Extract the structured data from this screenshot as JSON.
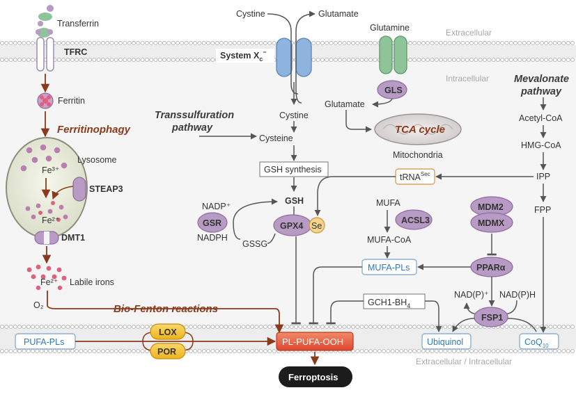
{
  "colors": {
    "arrow_brown": "#8a3a1a",
    "arrow_gray": "#555555",
    "membrane": "#c9c9c9",
    "cytosol": "#f4f4f4",
    "purple_protein": "#b79bc4",
    "iron_pink": "#e0607e",
    "transporter_blue": "#8fb3df",
    "transporter_green": "#8fc49a",
    "lox_gold": "#f5c63a",
    "pl_pufa_ooh_red": "#e8573d",
    "ferroptosis_black": "#1c1c1c",
    "blue_text": "#2f77b8"
  },
  "membrane_labels": {
    "extracellular": "Extracellular",
    "intracellular": "Intracellular",
    "bottom": "Extracellular / Intracellular"
  },
  "iron": {
    "transferrin": "Transferrin",
    "tfrc": "TFRC",
    "ferritin": "Ferritin",
    "ferritinophagy": "Ferritinophagy",
    "lysosome": "Lysosome",
    "fe3": "Fe³⁺",
    "fe2": "Fe²⁺",
    "steap3": "STEAP3",
    "dmt1": "DMT1",
    "fe2_cyto": "Fe²⁺",
    "labile_irons": "Labile irons",
    "o2": "O₂",
    "bio_fenton": "Bio-Fenton reactions"
  },
  "system_xc": {
    "label_main": "System X",
    "label_sub": "c",
    "label_sup": "−",
    "cystine_out": "Cystine",
    "glutamate_out": "Glutamate",
    "glutamine": "Glutamine",
    "gls": "GLS",
    "glutamate_in": "Glutamate",
    "tca_cycle": "TCA cycle",
    "mitochondria": "Mitochondria",
    "cystine_in": "Cystine",
    "transsulfuration": [
      "Transsulfuration",
      "pathway"
    ],
    "cysteine": "Cysteine",
    "gsh_synthesis": "GSH synthesis",
    "gsh": "GSH",
    "gpx4": "GPX4",
    "se": "Se",
    "gsr": "GSR",
    "nadp_plus": "NADP⁺",
    "nadph": "NADPH",
    "gssg": "GSSG"
  },
  "mevalonate": {
    "title": [
      "Mevalonate",
      "pathway"
    ],
    "acetyl_coa": "Acetyl-CoA",
    "hmg_coa": "HMG-CoA",
    "ipp": "IPP",
    "fpp": "FPP",
    "trna_main": "tRNA",
    "trna_sup": "Sec",
    "coq_main": "CoQ",
    "coq_sub": "10"
  },
  "lipid": {
    "mufa": "MUFA",
    "acsl3": "ACSL3",
    "mufa_coa": "MUFA-CoA",
    "mufa_pls": "MUFA-PLs",
    "mdm2": "MDM2",
    "mdmx": "MDMX",
    "ppara": "PPARα",
    "fsp1": "FSP1",
    "nadp_plus": "NAD(P)⁺",
    "nadph": "NAD(P)H",
    "gch1_main": "GCH1-BH",
    "gch1_sub": "4",
    "ubiquinol": "Ubiquinol",
    "pufa_pls": "PUFA-PLs",
    "lox": "LOX",
    "por": "POR",
    "pl_pufa_ooh": "PL-PUFA-OOH",
    "ferroptosis": "Ferroptosis"
  }
}
